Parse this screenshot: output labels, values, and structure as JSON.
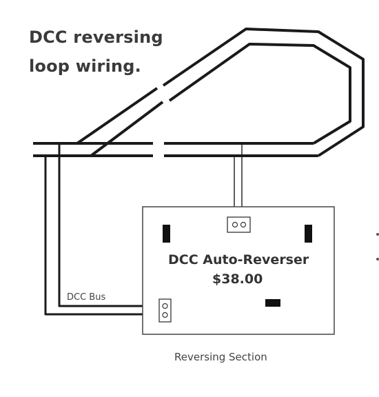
{
  "title": {
    "line1": "DCC reversing",
    "line2": "loop wiring."
  },
  "device": {
    "name": "DCC Auto-Reverser",
    "price": "$38.00"
  },
  "labels": {
    "bus": "DCC Bus",
    "section": "Reversing Section"
  }
}
